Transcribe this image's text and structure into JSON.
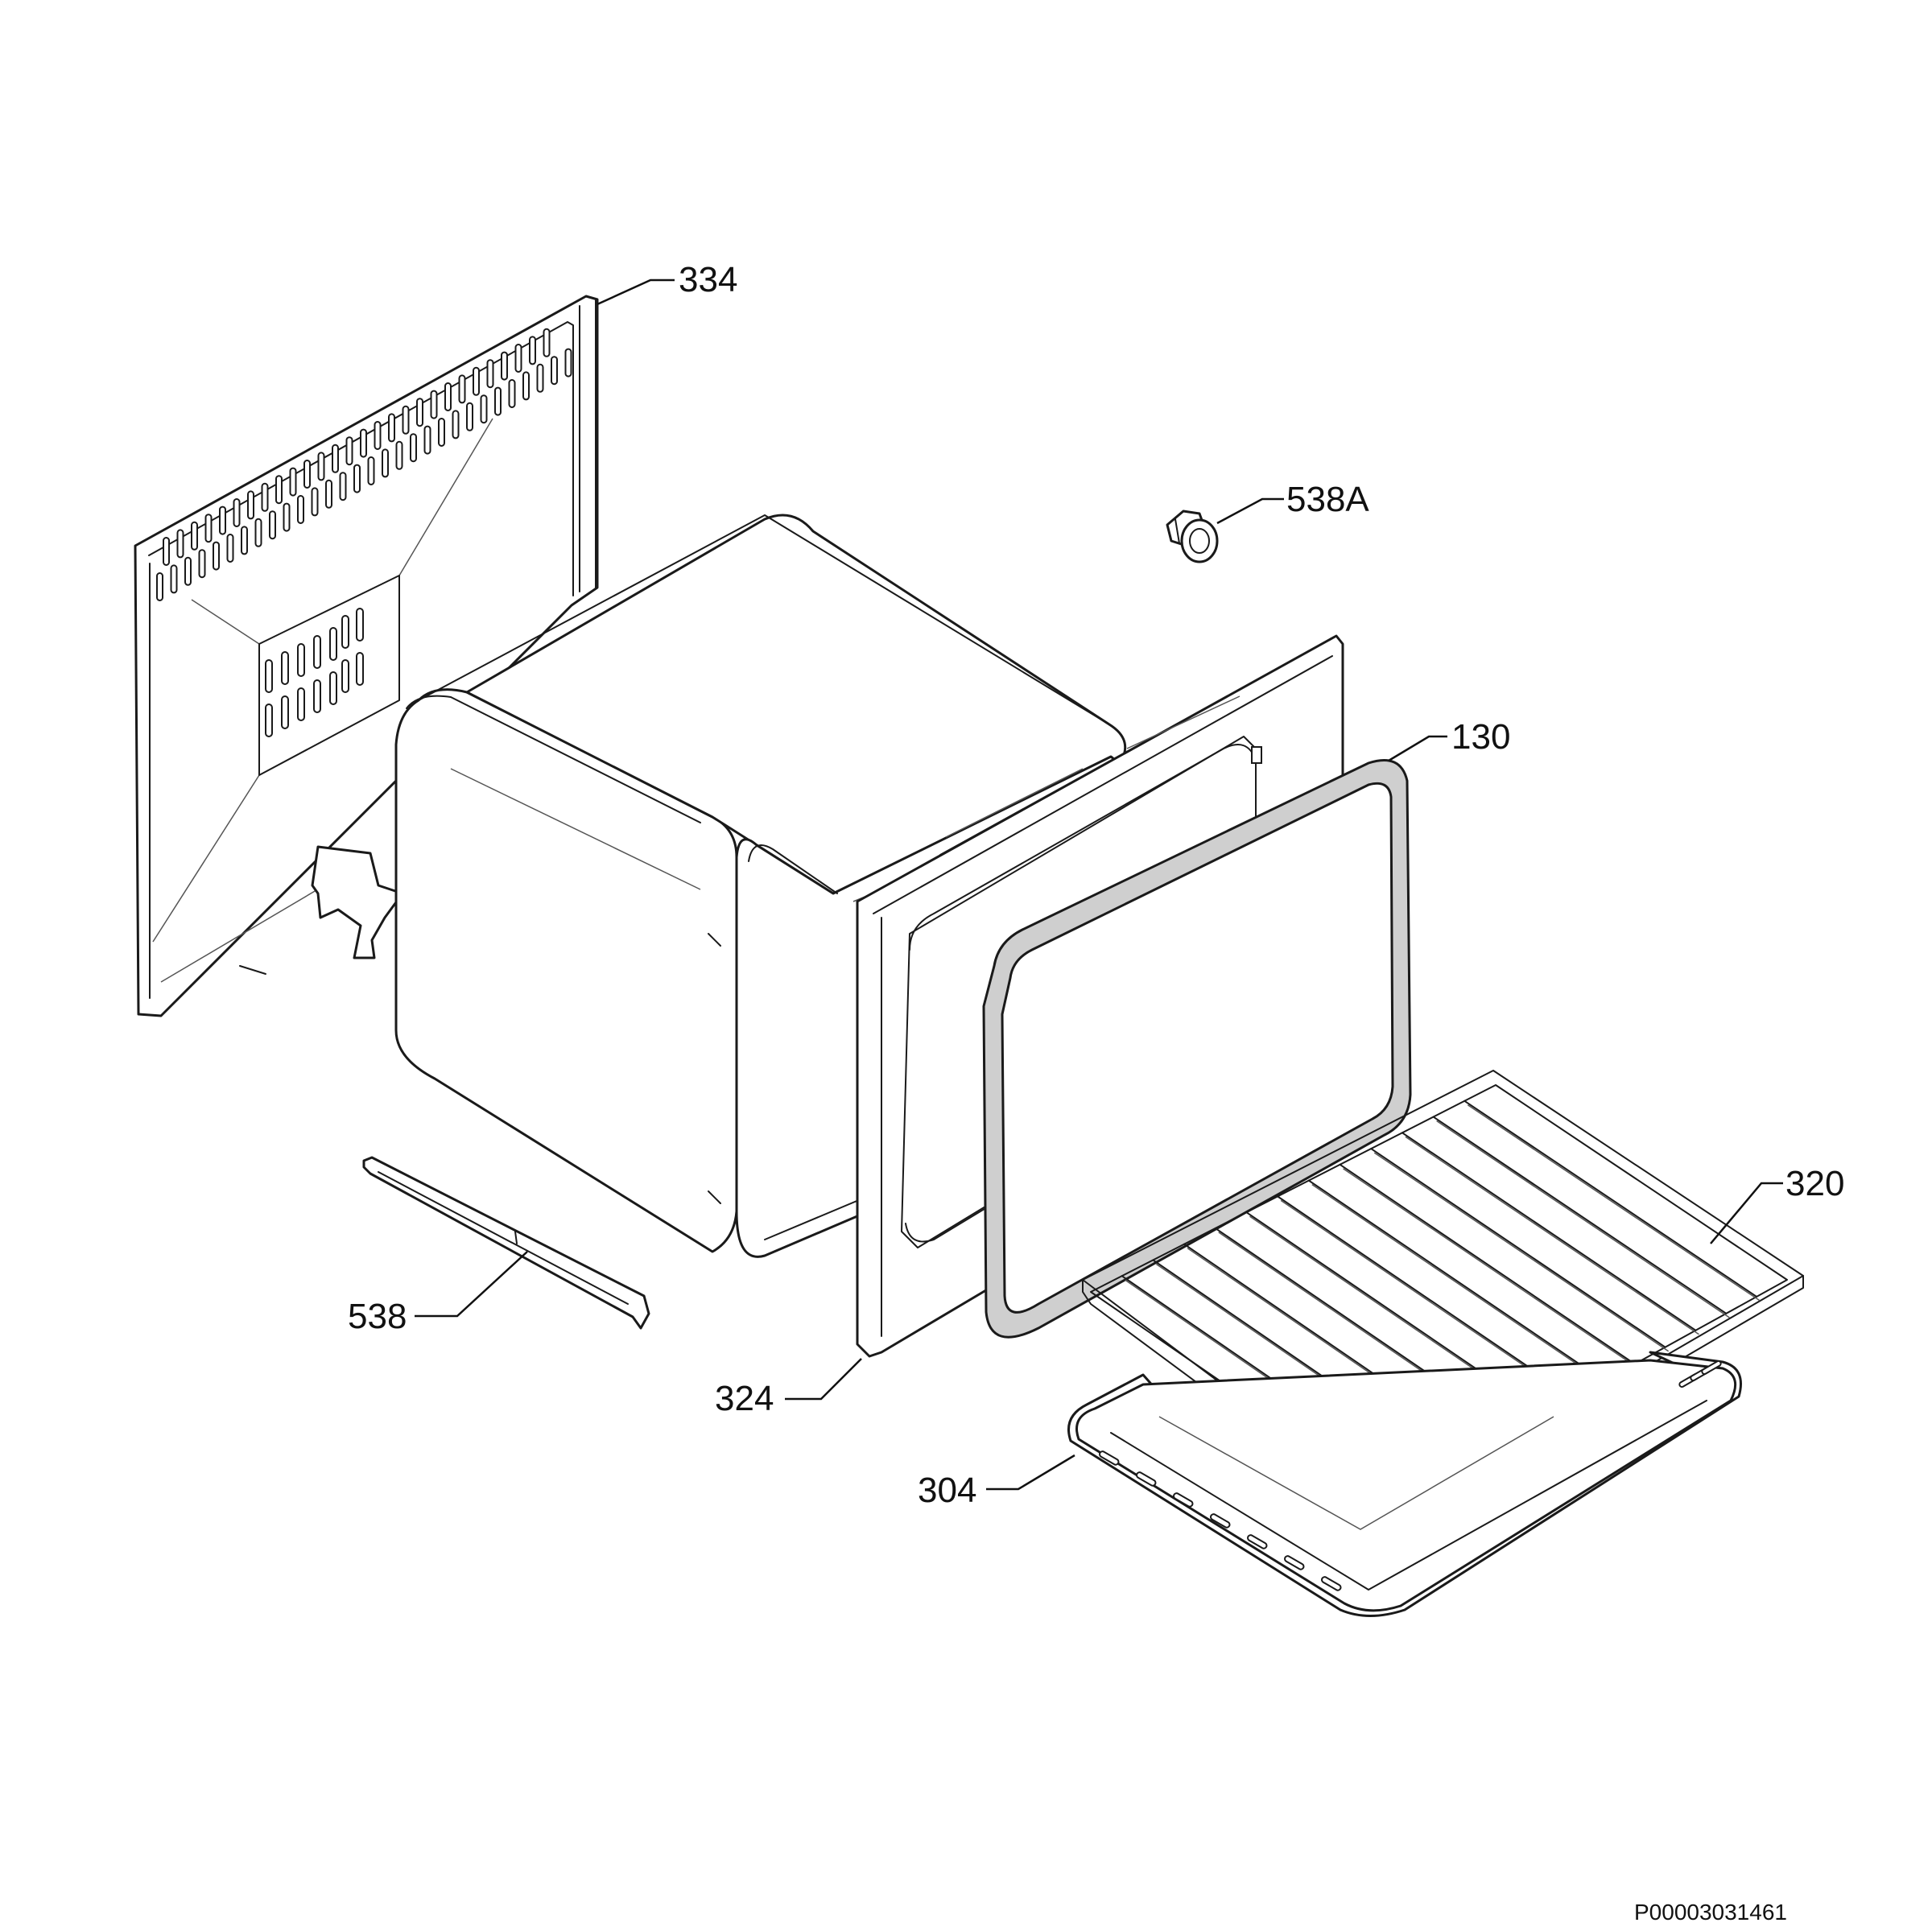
{
  "callouts": {
    "c334": "334",
    "c538A": "538A",
    "c130": "130",
    "c320": "320",
    "c538": "538",
    "c324": "324",
    "c304": "304"
  },
  "reference_code": "P00003031461"
}
